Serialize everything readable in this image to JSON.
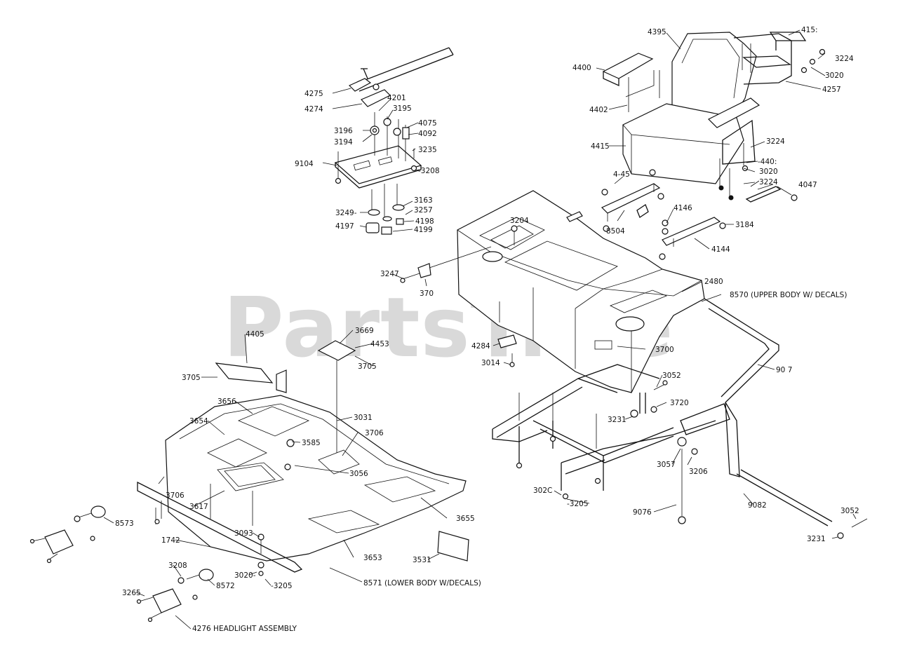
{
  "watermark": "PartsTree",
  "labels": [
    {
      "id": "l4275",
      "text": "4275"
    },
    {
      "id": "l4274",
      "text": "4274"
    },
    {
      "id": "l4201",
      "text": "4201"
    },
    {
      "id": "l3195",
      "text": "3195"
    },
    {
      "id": "l3196",
      "text": "3196"
    },
    {
      "id": "l4075",
      "text": "4075"
    },
    {
      "id": "l3194",
      "text": "3194"
    },
    {
      "id": "l4092",
      "text": "4092"
    },
    {
      "id": "l3235",
      "text": "3235"
    },
    {
      "id": "l9104",
      "text": "9104"
    },
    {
      "id": "l3208a",
      "text": "-3208"
    },
    {
      "id": "l3163",
      "text": "3163"
    },
    {
      "id": "l3249",
      "text": "3249-"
    },
    {
      "id": "l3257",
      "text": "3257"
    },
    {
      "id": "l4198",
      "text": "4198"
    },
    {
      "id": "l4197",
      "text": "4197"
    },
    {
      "id": "l4199",
      "text": "4199"
    },
    {
      "id": "l4395",
      "text": "4395"
    },
    {
      "id": "l415",
      "text": "415:"
    },
    {
      "id": "l3224a",
      "text": "3224"
    },
    {
      "id": "l4400",
      "text": "4400"
    },
    {
      "id": "l3020a",
      "text": "3020"
    },
    {
      "id": "l4257",
      "text": "4257"
    },
    {
      "id": "l4402",
      "text": "4402"
    },
    {
      "id": "l3224b",
      "text": "3224"
    },
    {
      "id": "l4415",
      "text": "4415"
    },
    {
      "id": "l4401",
      "text": "-440:"
    },
    {
      "id": "l3020b",
      "text": "3020"
    },
    {
      "id": "l3224c",
      "text": "3224"
    },
    {
      "id": "l4047",
      "text": "4047"
    },
    {
      "id": "l4145",
      "text": "4-45"
    },
    {
      "id": "l4146",
      "text": "4146"
    },
    {
      "id": "l3204",
      "text": "3204"
    },
    {
      "id": "l8504",
      "text": "8504"
    },
    {
      "id": "l3184",
      "text": "3184"
    },
    {
      "id": "l4144",
      "text": "4144"
    },
    {
      "id": "l3247",
      "text": "3247"
    },
    {
      "id": "l370",
      "text": "370"
    },
    {
      "id": "l2480",
      "text": "2480"
    },
    {
      "id": "l8570",
      "text": "8570 (UPPER BODY W/ DECALS)"
    },
    {
      "id": "l4284",
      "text": "4284"
    },
    {
      "id": "l3700",
      "text": "3700"
    },
    {
      "id": "l3014",
      "text": "3014"
    },
    {
      "id": "l907",
      "text": "90 7"
    },
    {
      "id": "l3052a",
      "text": "3052"
    },
    {
      "id": "l3720",
      "text": "3720"
    },
    {
      "id": "l3231a",
      "text": "3231"
    },
    {
      "id": "l3057",
      "text": "3057"
    },
    {
      "id": "l3206",
      "text": "3206"
    },
    {
      "id": "l3020c",
      "text": "302C"
    },
    {
      "id": "l3205a",
      "text": "-3205"
    },
    {
      "id": "l9076",
      "text": "9076"
    },
    {
      "id": "l9082",
      "text": "9082"
    },
    {
      "id": "l3052b",
      "text": "3052"
    },
    {
      "id": "l3231b",
      "text": "3231"
    },
    {
      "id": "l4405",
      "text": "4405"
    },
    {
      "id": "l3669",
      "text": "3669"
    },
    {
      "id": "l4453",
      "text": "4453"
    },
    {
      "id": "l3705a",
      "text": "3705"
    },
    {
      "id": "l3705b",
      "text": "3705"
    },
    {
      "id": "l3656",
      "text": "3656"
    },
    {
      "id": "l3031",
      "text": "3031"
    },
    {
      "id": "l3654",
      "text": "3654"
    },
    {
      "id": "l3706a",
      "text": "3706"
    },
    {
      "id": "l3585",
      "text": "3585"
    },
    {
      "id": "l3056",
      "text": "3056"
    },
    {
      "id": "l3706b",
      "text": "3706"
    },
    {
      "id": "l8573",
      "text": "8573"
    },
    {
      "id": "l3617",
      "text": "3617"
    },
    {
      "id": "l3655",
      "text": "3655"
    },
    {
      "id": "l1742",
      "text": "1742"
    },
    {
      "id": "l3093",
      "text": "3093"
    },
    {
      "id": "l3653",
      "text": "3653"
    },
    {
      "id": "l3531",
      "text": "3531"
    },
    {
      "id": "l3208b",
      "text": "3208"
    },
    {
      "id": "l3020d",
      "text": "3020-"
    },
    {
      "id": "l3205b",
      "text": "-3205"
    },
    {
      "id": "l8572",
      "text": "8572"
    },
    {
      "id": "l3265",
      "text": "3265"
    },
    {
      "id": "l8571",
      "text": "8571 (LOWER BODY W/DECALS)"
    },
    {
      "id": "l4276",
      "text": "4276 HEADLIGHT ASSEMBLY"
    }
  ]
}
